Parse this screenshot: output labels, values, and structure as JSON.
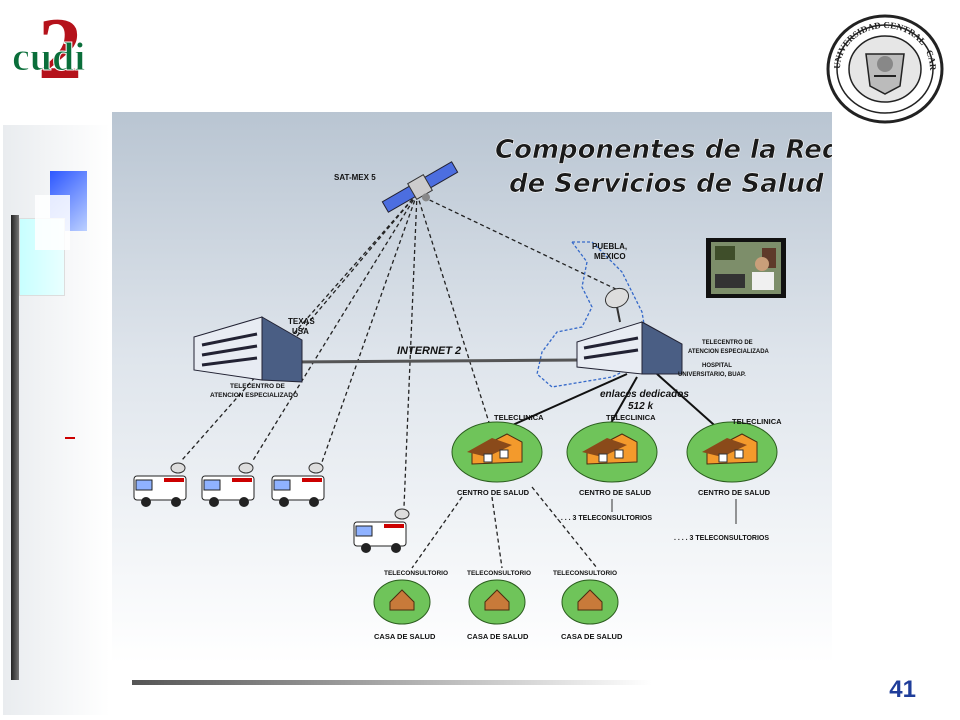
{
  "header": {
    "logo_left": {
      "text": "cudi",
      "numeral": "2"
    },
    "logo_right": {
      "text": "UNIVERSIDAD CENTRAL · CARACAS - VENEZUELA"
    }
  },
  "diagram": {
    "title_line1": "Componentes de la Red",
    "title_line2": "de Servicios de Salud",
    "satellite_label": "SAT-MEX 5",
    "texas_label_1": "TEXAS",
    "texas_label_2": "USA",
    "telecentro_left_1": "TELECENTRO DE",
    "telecentro_left_2": "ATENCION ESPECIALIZADO",
    "internet_label": "INTERNET 2",
    "puebla_label_1": "PUEBLA,",
    "puebla_label_2": "MEXICO",
    "telecentro_right_1": "TELECENTRO DE",
    "telecentro_right_2": "ATENCION ESPECIALIZADA",
    "hospital_1": "HOSPITAL",
    "hospital_2": "UNIVERSITARIO, BUAP.",
    "enlaces_1": "enlaces dedicados",
    "enlaces_2": "512 k",
    "teleclinica": "TELECLINICA",
    "centro_de_salud": "CENTRO DE SALUD",
    "teleconsultorios": ". . . . 3 TELECONSULTORIOS",
    "teleconsultorio": "TELECONSULTORIO",
    "casa_de_salud": "CASA DE SALUD"
  },
  "footer": {
    "page_number": "41"
  },
  "colors": {
    "accent_blue": "#1f3d9a",
    "logo_red": "#b5121b",
    "logo_green": "#0a6e3a"
  }
}
